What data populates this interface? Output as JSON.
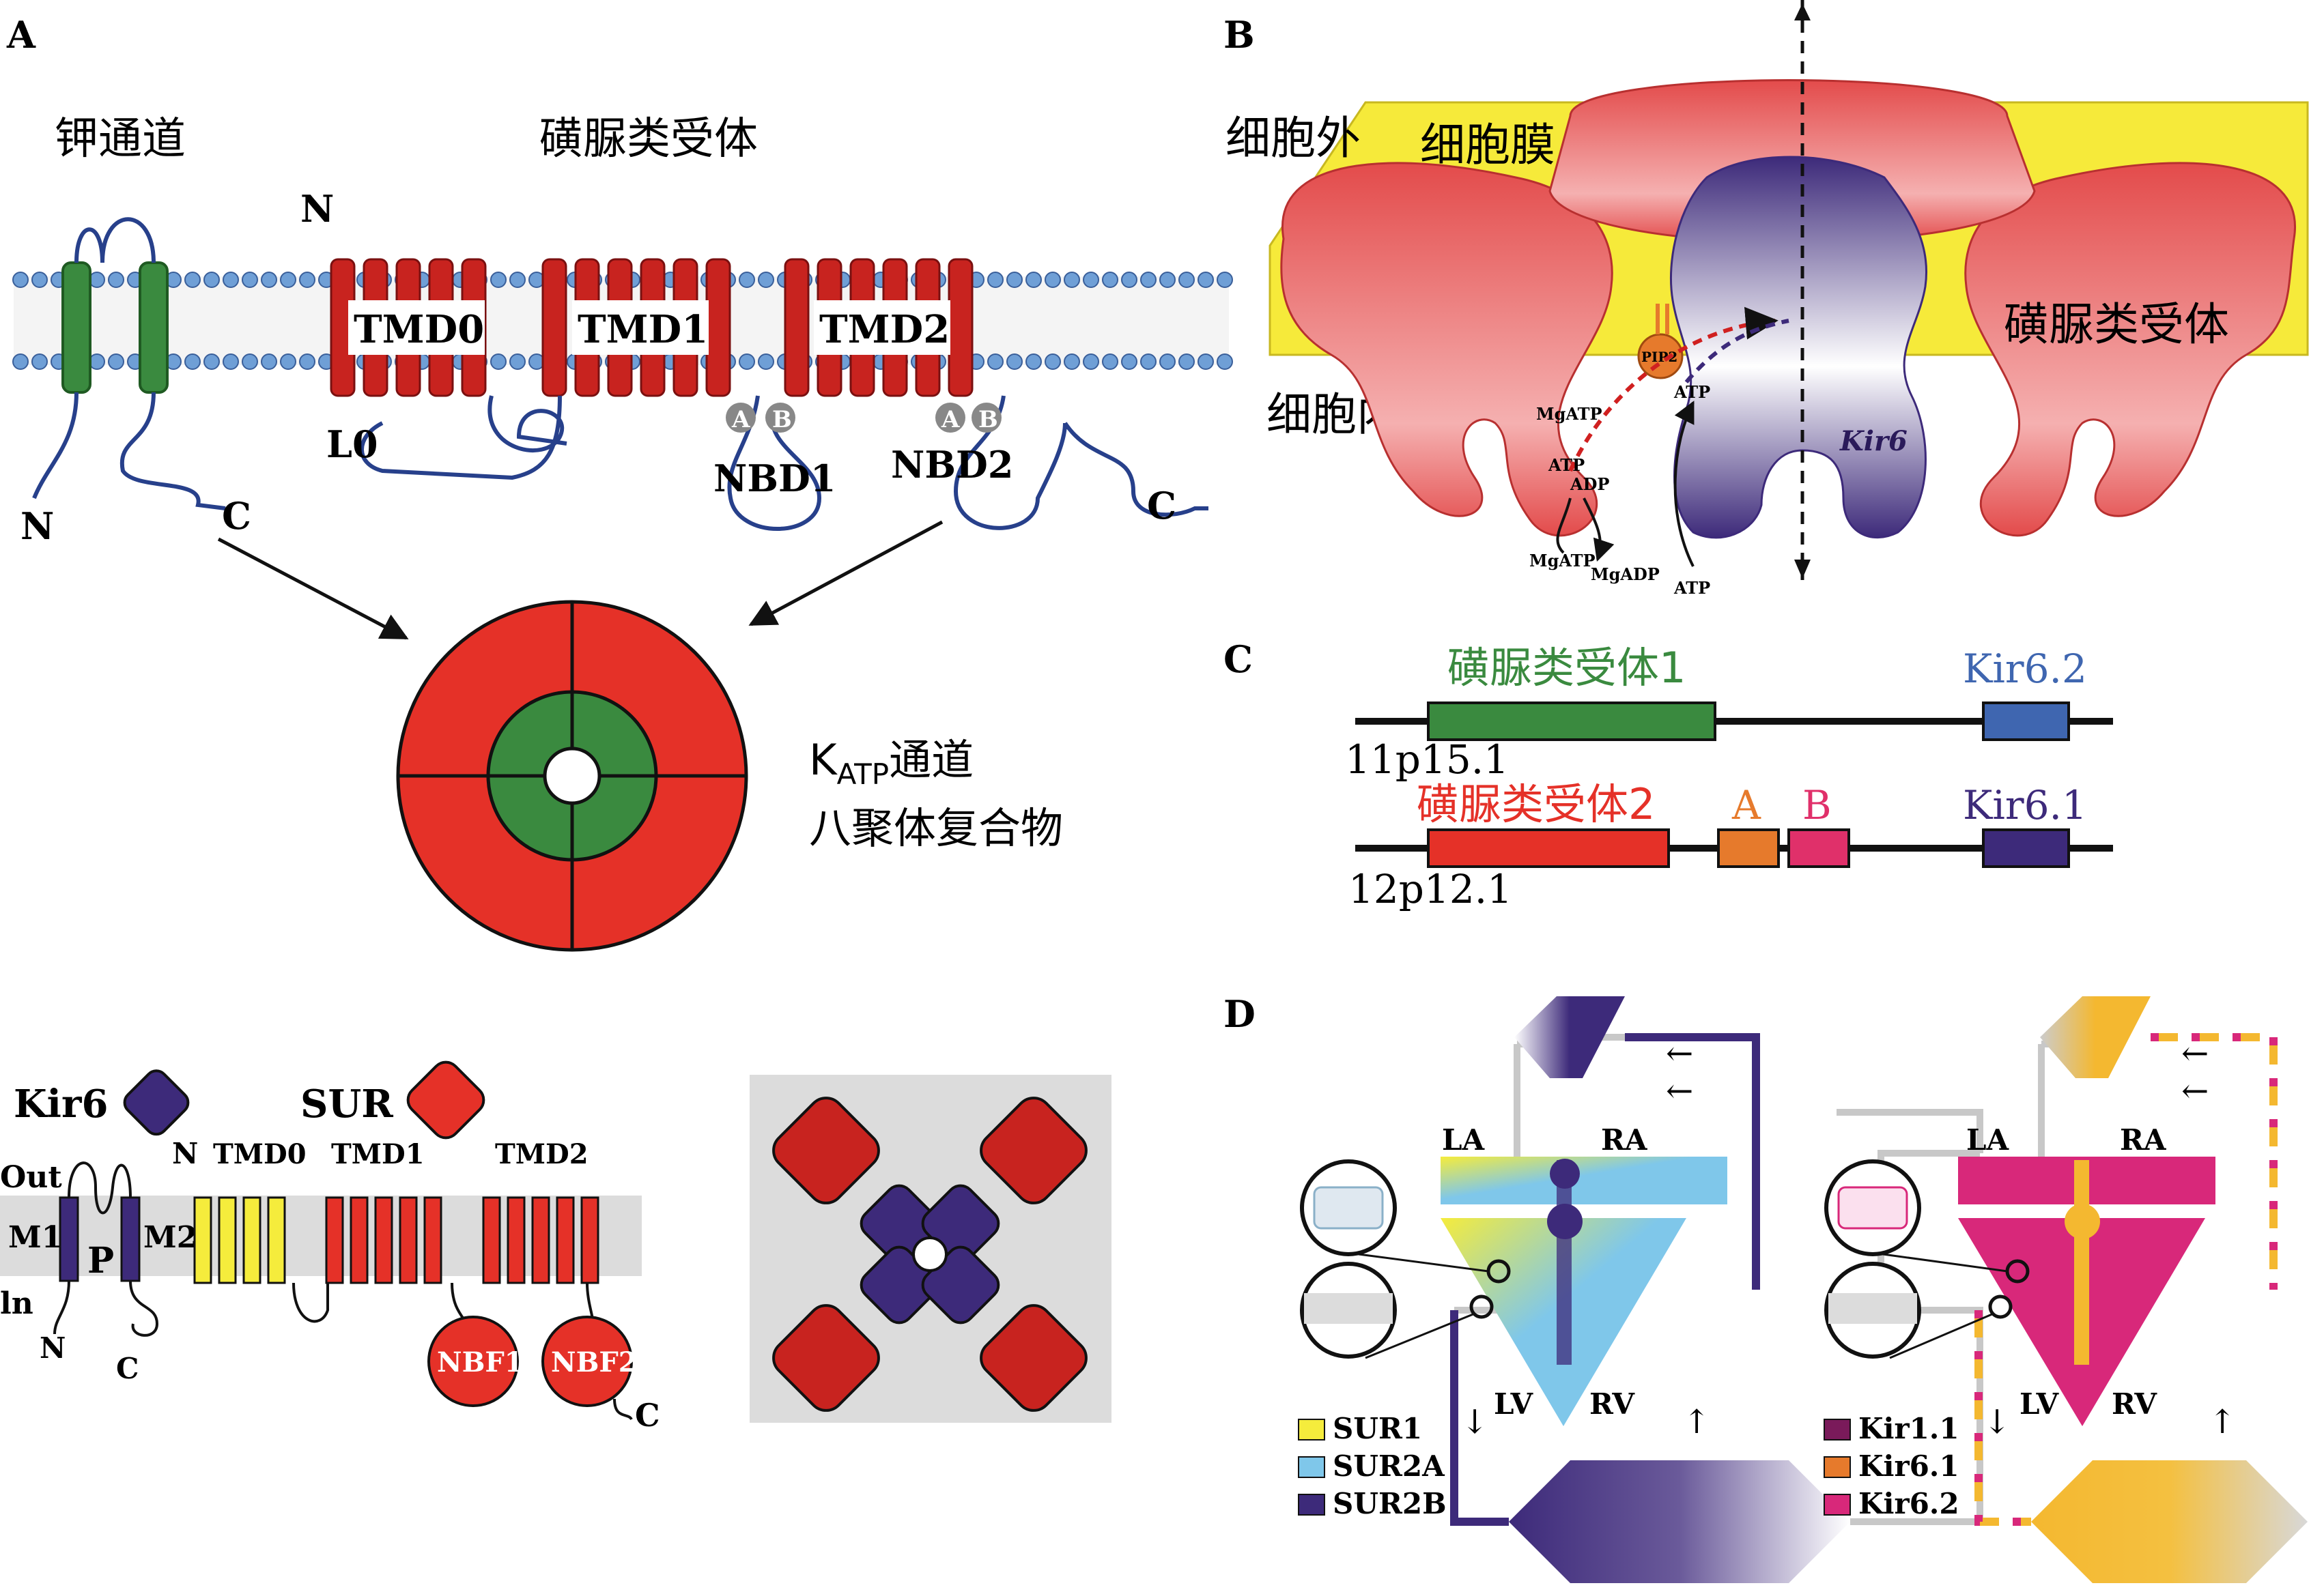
{
  "panel_a": {
    "label": "A",
    "k_channel": "钾通道",
    "sur_title": "磺脲类受体",
    "tmd0": "TMD0",
    "tmd1": "TMD1",
    "tmd2": "TMD2",
    "l0": "L0",
    "nbd1": "NBD1",
    "nbd2": "NBD2",
    "site_a": "A",
    "site_b": "B",
    "n": "N",
    "c": "C",
    "katp_k": "K",
    "katp_sub": "ATP",
    "katp_rest": "通道",
    "octamer": "八聚体复合物",
    "kir6": "Kir6",
    "sur": "SUR",
    "out": "Out",
    "in": "ln",
    "m1": "M1",
    "m2": "M2",
    "p": "P",
    "nbf1": "NBF1",
    "nbf2": "NBF2"
  },
  "panel_b": {
    "label": "B",
    "extracellular": "细胞外",
    "membrane": "细胞膜",
    "intracellular": "细胞内",
    "sur": "磺脲类受体",
    "kir6": "Kir6",
    "pip2": "PIP2",
    "mgatp": "MgATP",
    "atp": "ATP",
    "adp": "ADP",
    "mgadp": "MgADP"
  },
  "panel_c": {
    "label": "C",
    "sur1": "磺脲类受体1",
    "kir62": "Kir6.2",
    "locus1": "11p15.1",
    "sur2": "磺脲类受体2",
    "exon_a": "A",
    "exon_b": "B",
    "kir61": "Kir6.1",
    "locus2": "12p12.1"
  },
  "panel_d": {
    "label": "D",
    "la": "LA",
    "ra": "RA",
    "lv": "LV",
    "rv": "RV",
    "legend_left": [
      "SUR1",
      "SUR2A",
      "SUR2B"
    ],
    "legend_right": [
      "Kir1.1",
      "Kir6.1",
      "Kir6.2"
    ]
  },
  "colors": {
    "red": "#e53128",
    "green": "#3a8a3f",
    "purple": "#3d2a7a",
    "yellow": "#f5ec3c",
    "blue": "#7fc7ea",
    "magenta": "#d8287a",
    "orange": "#e67a2c",
    "gray": "#c8c8c8"
  }
}
